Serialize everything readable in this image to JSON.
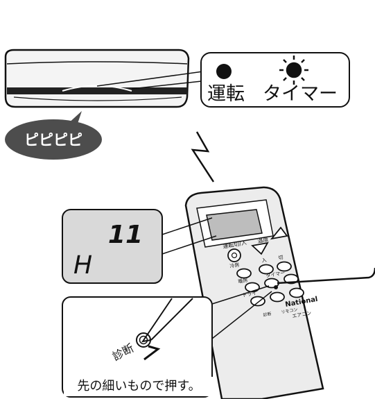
{
  "indicator_panel": {
    "operation_label": "運転",
    "timer_label": "タイマー"
  },
  "beep_bubble": {
    "text": "ピピピピ"
  },
  "remote_display": {
    "code_top": "11",
    "code_bottom": "H"
  },
  "remote": {
    "brand": "National",
    "model": "エアコン",
    "button_labels": [
      "運転切/入",
      "温度",
      "冷房",
      "暖房",
      "ドライ",
      "タイマー",
      "入",
      "切",
      "リモコン",
      "診断"
    ]
  },
  "diagnosis": {
    "label": "診断",
    "caption": "先の細いもので押す。"
  },
  "colors": {
    "line": "#111111",
    "panel_fill": "#d9d9d9",
    "bubble_fill": "#4d4d4d",
    "bubble_text": "#ffffff",
    "remote_body": "#ececec"
  }
}
